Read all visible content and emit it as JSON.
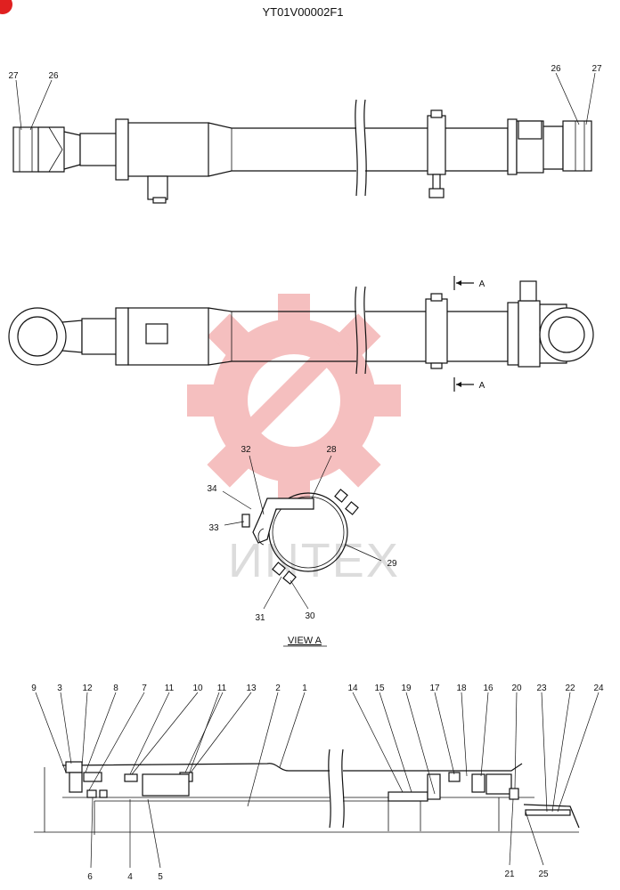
{
  "drawing_code": "YT01V00002F1",
  "view_label": "VIEW A",
  "section_marker": "A",
  "watermark_text": "ИNTEX",
  "colors": {
    "line": "#111111",
    "watermark_red": "#f4b9b9",
    "watermark_gray": "#d9d9d9",
    "corner_badge": "#e02020"
  },
  "callouts": {
    "top_view": [
      "27",
      "26",
      "26",
      "27"
    ],
    "view_a": [
      "32",
      "28",
      "34",
      "33",
      "29",
      "31",
      "30"
    ],
    "section_top": [
      "9",
      "3",
      "12",
      "8",
      "7",
      "11",
      "10",
      "11",
      "13",
      "2",
      "1",
      "14",
      "15",
      "19",
      "17",
      "18",
      "16",
      "20",
      "23",
      "22",
      "24"
    ],
    "section_bottom": [
      "6",
      "4",
      "5",
      "21",
      "25"
    ]
  }
}
